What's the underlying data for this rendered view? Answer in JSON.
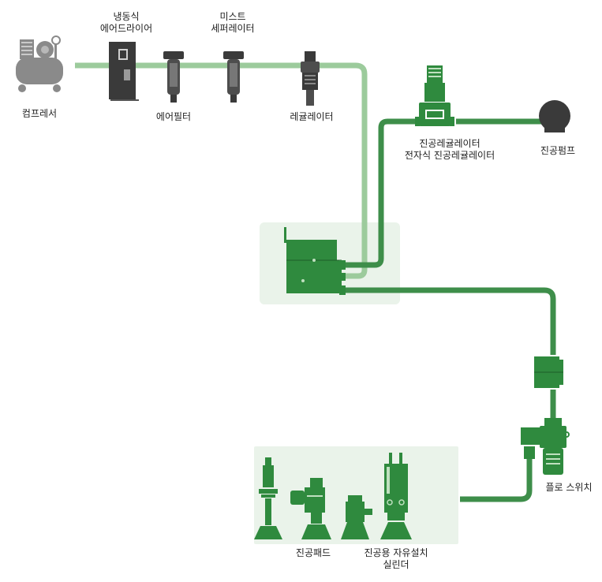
{
  "colors": {
    "supply_line": "#9ccb9c",
    "vacuum_line": "#3e8e4a",
    "device_green": "#2f8a3e",
    "device_dark": "#3a3a3a",
    "device_gray": "#8a8a8a",
    "panel_bg": "#eaf3ea"
  },
  "labels": {
    "compressor": "컴프레서",
    "dryer_line1": "냉동식",
    "dryer_line2": "에어드라이어",
    "air_filter": "에어필터",
    "mist_line1": "미스트",
    "mist_line2": "세퍼레이터",
    "regulator": "레귤레이터",
    "vac_reg_line1": "진공레귤레이터",
    "vac_reg_line2": "전자식 진공레귤레이터",
    "vacuum_pump": "진공펌프",
    "flow_switch": "플로 스위치",
    "vacuum_pad": "진공패드",
    "cylinder_line1": "진공용 자유설치",
    "cylinder_line2": "실린더"
  }
}
